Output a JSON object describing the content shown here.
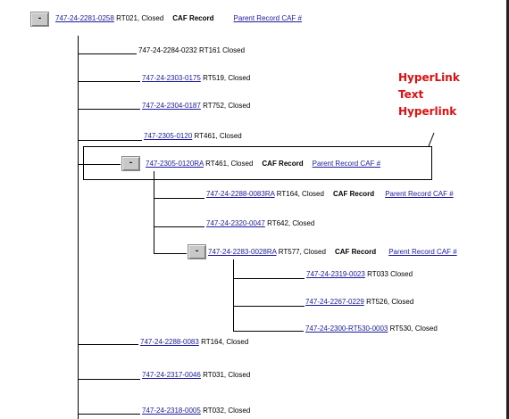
{
  "root": {
    "toggle": "-",
    "link": "747-24-2281-0258",
    "text": " RT021, Closed",
    "caf": "CAF Record",
    "parent": "Parent Record CAF #"
  },
  "items": [
    {
      "plain": "747-24-2284-0232 RT161 Closed"
    },
    {
      "link": "747-24-2303-0175",
      "text": " RT519, Closed"
    },
    {
      "link": "747-24-2304-0187",
      "text": " RT752, Closed"
    },
    {
      "link": "747-2305-0120",
      "text": "  RT461, Closed"
    }
  ],
  "sub1": {
    "toggle": "-",
    "link": "747-2305-0120RA",
    "text": " RT461, Closed",
    "caf": "CAF Record",
    "parent": "Parent Record CAF #"
  },
  "sub1_items": [
    {
      "link": "747-24-2288-0083RA",
      "text": " RT164, Closed",
      "caf": "CAF Record",
      "parent": "Parent Record CAF #"
    },
    {
      "link": "747-24-2320-0047",
      "text": " RT642, Closed"
    }
  ],
  "sub2": {
    "toggle": "-",
    "link": "747-24-2283-0028RA",
    "text": " RT577, Closed",
    "caf": "CAF Record",
    "parent": "Parent Record CAF #"
  },
  "sub2_items": [
    {
      "link": "747-24-2319-0023",
      "text": " RT033 Closed"
    },
    {
      "link": "747-24-2267-0229",
      "text": " RT526, Closed"
    },
    {
      "link": "747-24-2300-RT530-0003",
      "text": " RT530, Closed"
    }
  ],
  "bottom_items": [
    {
      "link": "747-24-2288-0083",
      "text": " RT164, Closed"
    },
    {
      "link": "747-24-2317-0046",
      "text": " RT031, Closed"
    },
    {
      "link": "747-24-2318-0005",
      "text": " RT032, Closed"
    }
  ],
  "annotation": [
    "HyperLink",
    "Text",
    "Hyperlink"
  ],
  "colors": {
    "link": "#1a1aa6",
    "annotation": "#e01010",
    "toggle_bg": "#c8c8c8"
  }
}
